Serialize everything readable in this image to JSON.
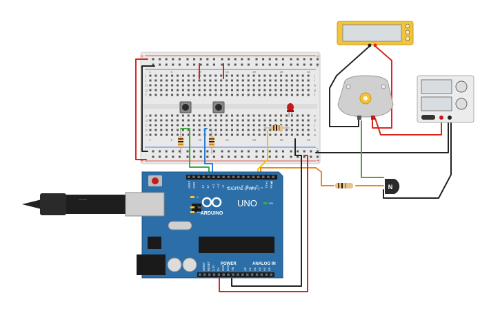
{
  "arduino": {
    "brand": "ARDUINO",
    "model": "UNO",
    "digital_header": "DIGITAL (PWM~)",
    "power_header": "POWER",
    "analog_header": "ANALOG IN",
    "on_label": "ON",
    "led_l": "L",
    "led_tx": "TX",
    "led_rx": "RX",
    "aref": "AREF",
    "gnd": "GND",
    "pin13": "13",
    "pin12": "12",
    "pin11": "~11",
    "pin10": "~10",
    "pin9": "~9",
    "pin8": "8",
    "pin7": "7",
    "pin6": "~6",
    "pin5": "~5",
    "pin4": "4",
    "pin3": "~3",
    "pin2": "2",
    "tx1": "TX➔1",
    "rx0": "RX◀0",
    "ioref": "IOREF",
    "reset": "RESET",
    "v33": "3.3V",
    "v5": "5V",
    "gnd2": "GND",
    "gnd3": "GND",
    "vin": "Vin",
    "a0": "A0",
    "a1": "A1",
    "a2": "A2",
    "a3": "A3",
    "a4": "A4",
    "a5": "A5"
  },
  "breadboard": {
    "row_letters_top": [
      "j",
      "i",
      "h",
      "g",
      "f"
    ],
    "row_letters_bottom": [
      "e",
      "d",
      "c",
      "b",
      "a"
    ],
    "col_numbers": [
      "1",
      "5",
      "10",
      "15",
      "20",
      "25",
      "30"
    ]
  },
  "transistor": {
    "label": "N"
  },
  "colors": {
    "board": "#2b6ea8",
    "breadboard": "#e9e9e9",
    "wire_red": "#d9261c",
    "wire_black": "#222222",
    "wire_green": "#3cab3a",
    "wire_blue": "#2a7fd4",
    "wire_orange": "#e88a1a",
    "wire_yellow": "#f2c300",
    "multimeter": "#f2c43b",
    "led": "#c21b1b"
  }
}
